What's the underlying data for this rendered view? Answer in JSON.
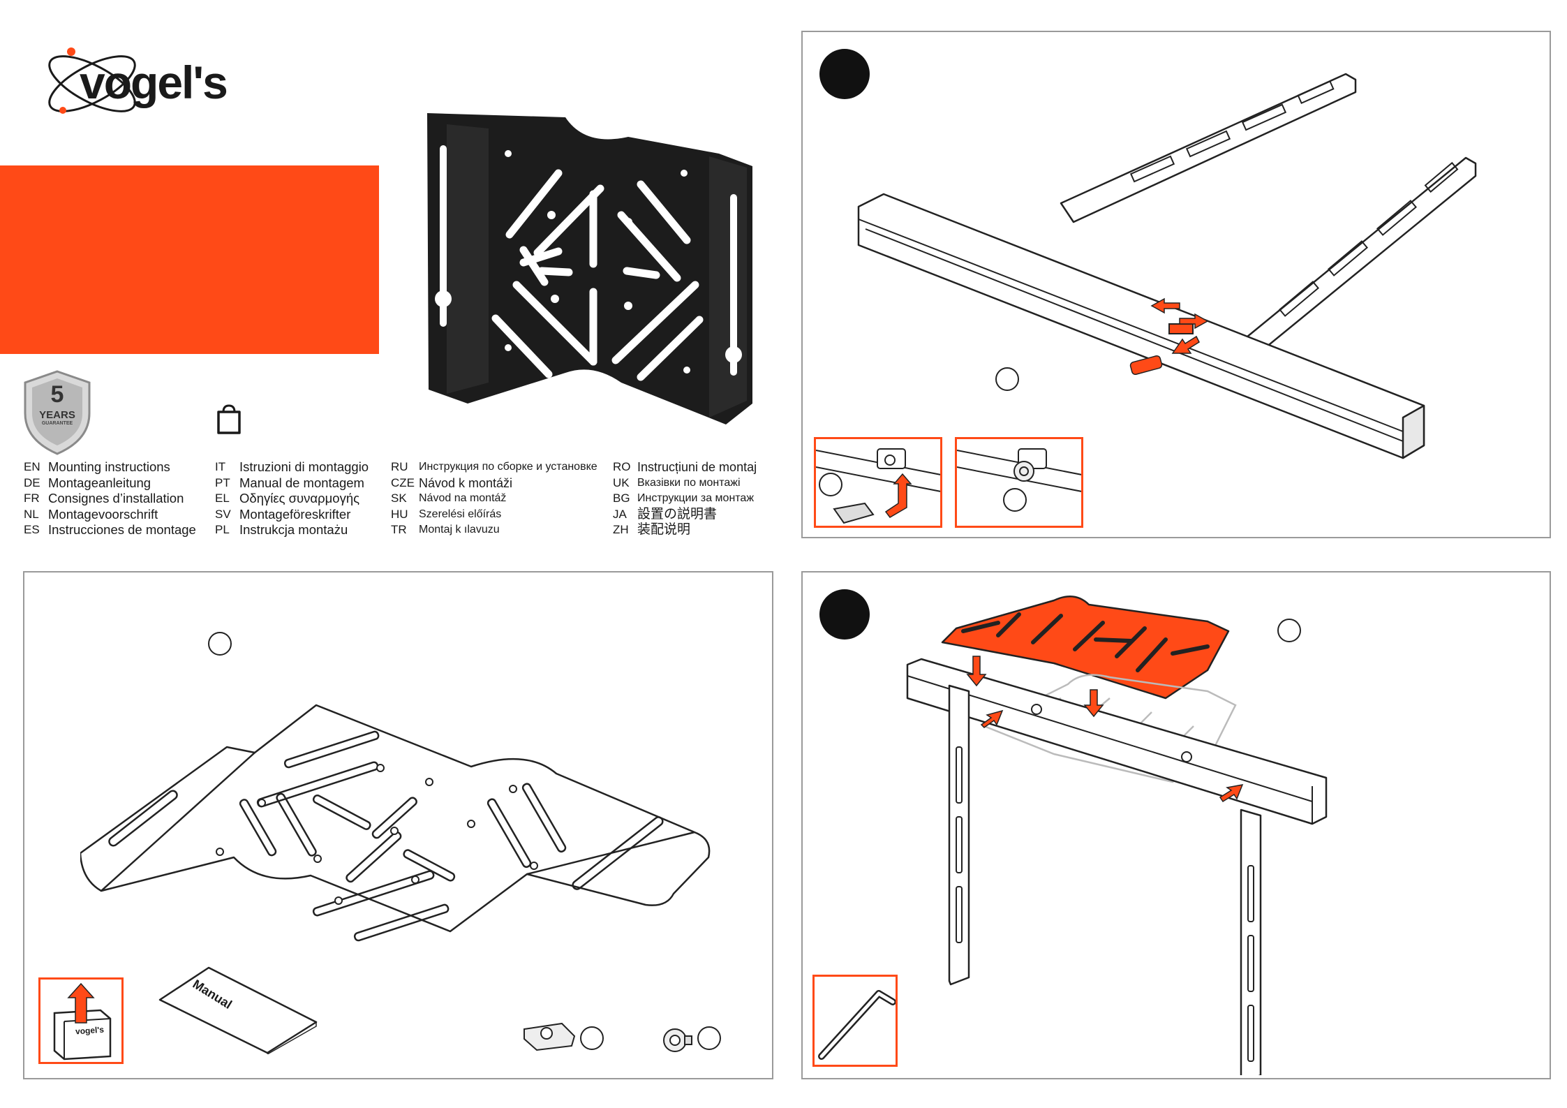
{
  "brand": {
    "name": "vogel's"
  },
  "warranty": {
    "number": "5",
    "line1": "YEARS",
    "line2": "GUARANTEE"
  },
  "icons": {
    "weight": "weight-icon",
    "allen_key": "allen-key-icon",
    "manual_box": "manual-box-icon"
  },
  "colors": {
    "accent": "#ff4a17",
    "ink": "#1a1a1a",
    "panel_border": "#9a9a9a"
  },
  "languages": {
    "col1": [
      {
        "code": "EN",
        "text": "Mounting instructions"
      },
      {
        "code": "DE",
        "text": "Montageanleitung"
      },
      {
        "code": "FR",
        "text": "Consignes d’installation"
      },
      {
        "code": "NL",
        "text": "Montagevoorschrift"
      },
      {
        "code": "ES",
        "text": "Instrucciones de montage"
      }
    ],
    "col2": [
      {
        "code": "IT",
        "text": "Istruzioni di montaggio"
      },
      {
        "code": "PT",
        "text": "Manual de montagem"
      },
      {
        "code": "EL",
        "text": "Οδηγίες συναρμογής"
      },
      {
        "code": "SV",
        "text": "Montageföreskrifter"
      },
      {
        "code": "PL",
        "text": "Instrukcja montażu"
      }
    ],
    "col3": [
      {
        "code": "RU",
        "text": "Инструкция по сборке и установке"
      },
      {
        "code": "CZE",
        "text": "Návod k montáži"
      },
      {
        "code": "SK",
        "text": "Návod na montáž"
      },
      {
        "code": "HU",
        "text": "Szerelési előírás"
      },
      {
        "code": "TR",
        "text": "Montaj k ılavuzu"
      }
    ],
    "col4": [
      {
        "code": "RO",
        "text": "Instrucțiuni de montaj"
      },
      {
        "code": "UK",
        "text": "Вказівки по монтажі"
      },
      {
        "code": "BG",
        "text": "Инструкции за монтаж"
      },
      {
        "code": "JA",
        "text": "設置の説明書"
      },
      {
        "code": "ZH",
        "text": "装配说明"
      }
    ]
  },
  "parts": {
    "manual_label": "Manual",
    "box_label": "vogel's"
  }
}
